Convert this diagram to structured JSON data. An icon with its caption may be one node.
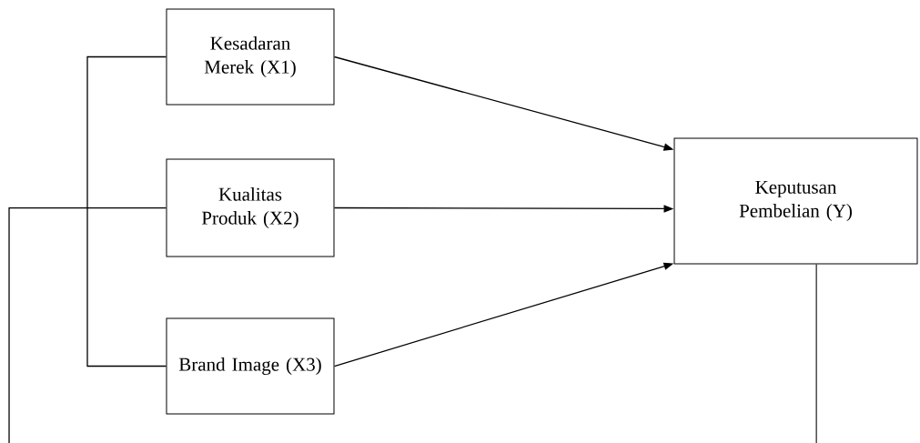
{
  "diagram": {
    "nodes": [
      {
        "text": [
          "Kesadaran Merek (X1)"
        ]
      },
      {
        "text": [
          "Kualitas Produk (X2)"
        ]
      },
      {
        "text": [
          "Brand Image (X3)"
        ]
      },
      {
        "text": [
          "Keputusan Pembelian (Y)"
        ]
      }
    ],
    "edges": [
      {
        "from": 0,
        "to": 3,
        "arrow": "to"
      },
      {
        "from": 1,
        "to": 3,
        "arrow": "to"
      },
      {
        "from": 2,
        "to": 3,
        "arrow": "to"
      },
      {
        "from": 0,
        "to": 2,
        "arrow": "none"
      },
      {
        "from": 1,
        "to": null,
        "arrow": "none"
      },
      {
        "from": 3,
        "to": null,
        "arrow": "none"
      }
    ]
  }
}
